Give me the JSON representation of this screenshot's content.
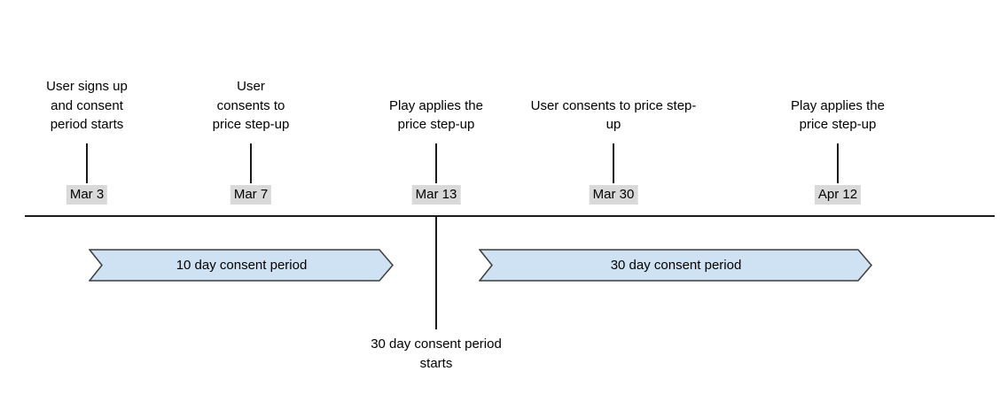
{
  "events": [
    {
      "label": "User signs up and consent period starts",
      "date": "Mar 3"
    },
    {
      "label": "User consents to price step-up",
      "date": "Mar 7"
    },
    {
      "label": "Play applies the price step-up",
      "date": "Mar 13"
    },
    {
      "label": "User consents to price step-up",
      "date": "Mar 30"
    },
    {
      "label": "Play applies the price step-up",
      "date": "Apr 12"
    }
  ],
  "periods": [
    {
      "label": "10 day consent period"
    },
    {
      "label": "30 day consent period"
    }
  ],
  "annotations": [
    {
      "label": "30 day consent period starts"
    }
  ],
  "colors": {
    "arrow_fill": "#cfe2f3",
    "arrow_border": "#3d3d3d",
    "date_background": "#d9d9d9",
    "line": "#1a1a1a"
  }
}
